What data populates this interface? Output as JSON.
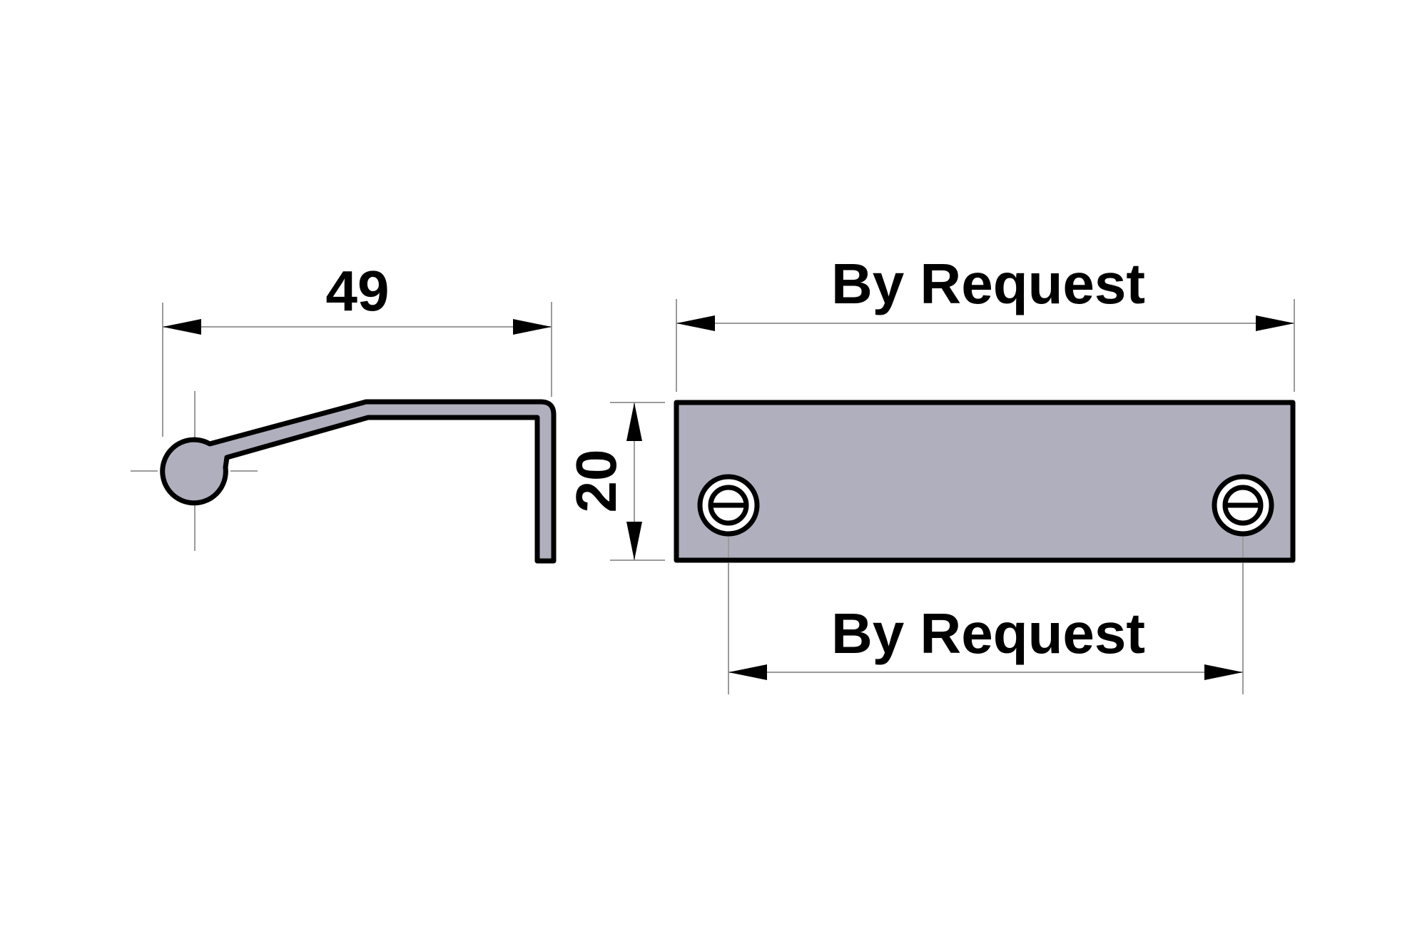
{
  "drawing": {
    "colors": {
      "paper": "#ffffff",
      "part_fill": "#afafbd",
      "outline_ink": "#000000",
      "thin_line": "#9b9b9b",
      "text_ink": "#000000"
    },
    "dimensions": {
      "profile_depth": {
        "value": "49"
      },
      "plate_height": {
        "value": "20"
      },
      "overall_length": {
        "value": "By Request"
      },
      "hole_spacing": {
        "value": "By Request"
      }
    }
  }
}
